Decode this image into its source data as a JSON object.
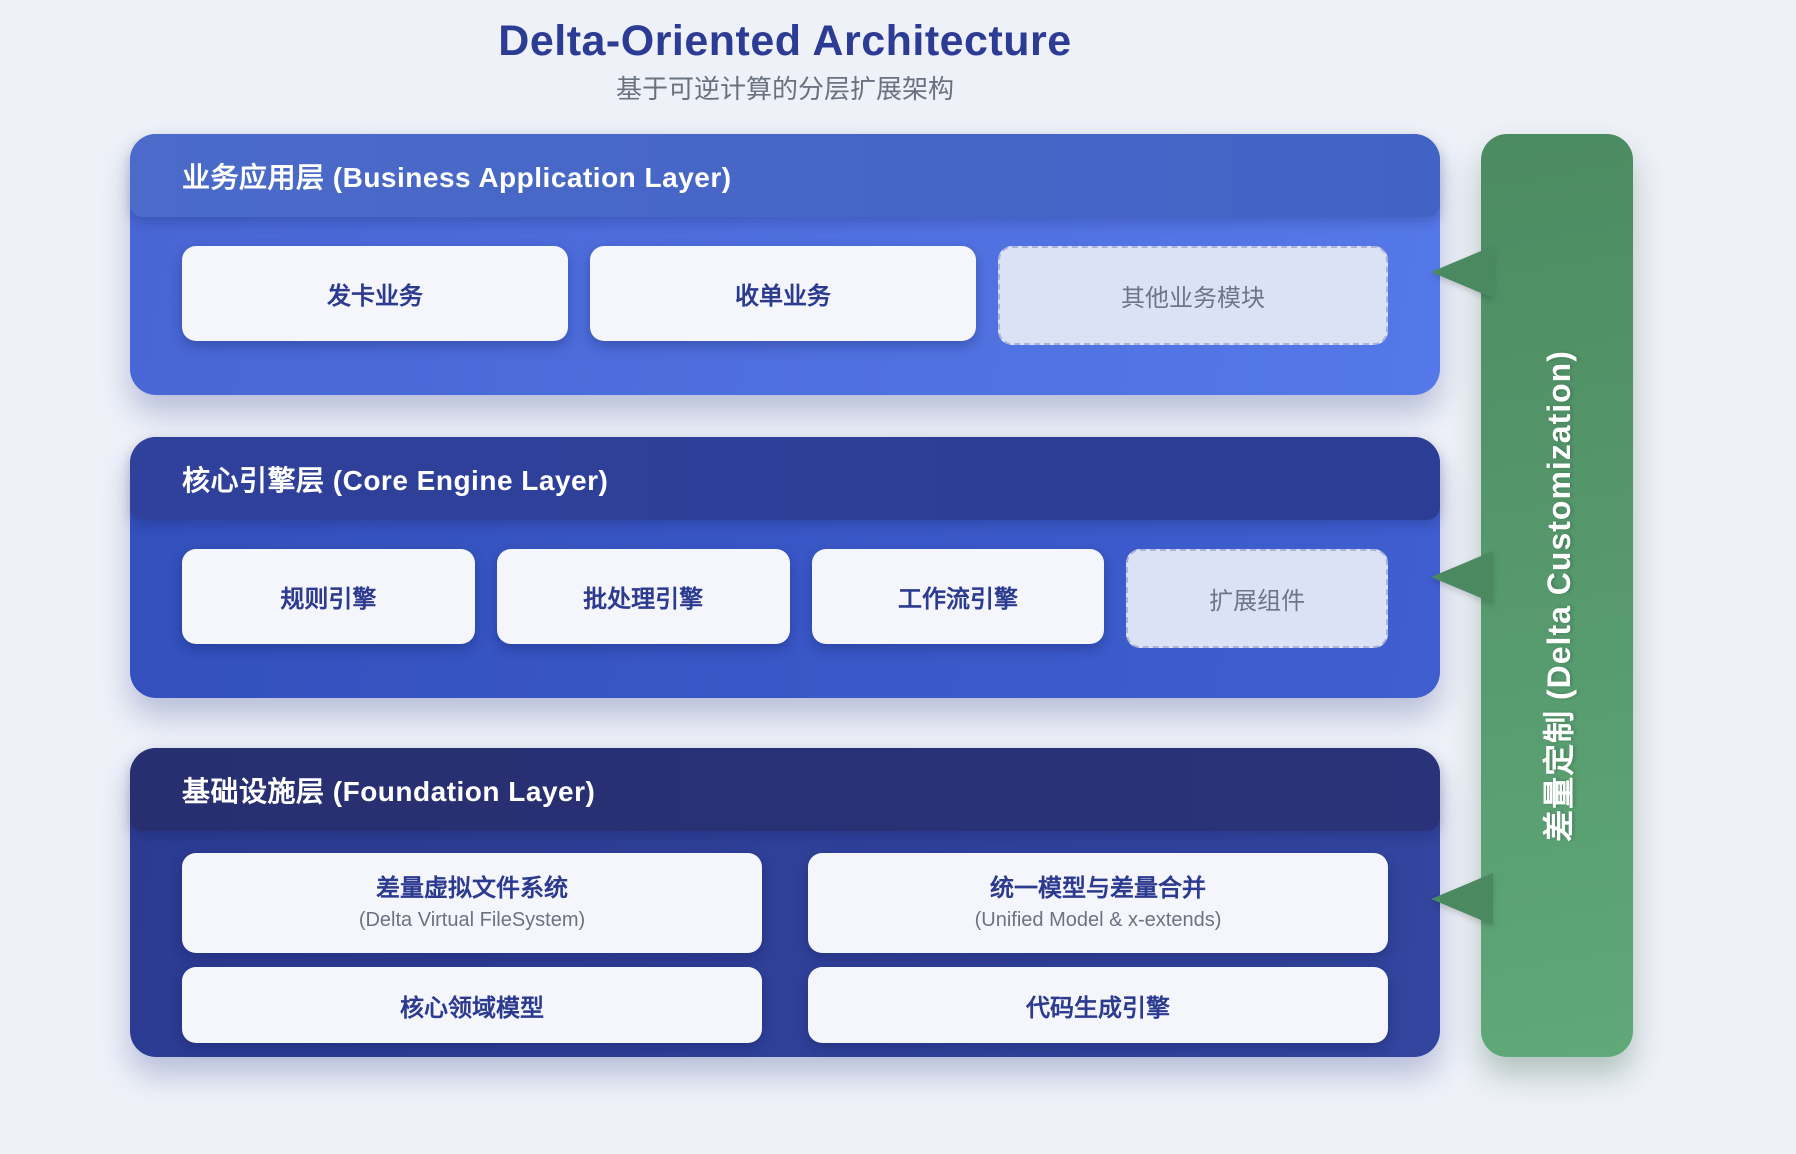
{
  "title": "Delta-Oriented Architecture",
  "subtitle": "基于可逆计算的分层扩展架构",
  "layers": [
    {
      "header": "业务应用层 (Business Application Layer)",
      "boxes": [
        {
          "label": "发卡业务",
          "dashed": false
        },
        {
          "label": "收单业务",
          "dashed": false
        },
        {
          "label": "其他业务模块",
          "dashed": true
        }
      ]
    },
    {
      "header": "核心引擎层 (Core Engine Layer)",
      "boxes": [
        {
          "label": "规则引擎",
          "dashed": false
        },
        {
          "label": "批处理引擎",
          "dashed": false
        },
        {
          "label": "工作流引擎",
          "dashed": false
        },
        {
          "label": "扩展组件",
          "dashed": true
        }
      ]
    },
    {
      "header": "基础设施层 (Foundation Layer)",
      "rows": [
        [
          {
            "label": "差量虚拟文件系统",
            "sublabel": "(Delta Virtual FileSystem)"
          },
          {
            "label": "统一模型与差量合并",
            "sublabel": "(Unified Model & x-extends)"
          }
        ],
        [
          {
            "label": "核心领域模型"
          },
          {
            "label": "代码生成引擎"
          }
        ]
      ]
    }
  ],
  "delta_bar": {
    "label": "差量定制 (Delta Customization)"
  },
  "colors": {
    "page_background": "#eef1f8",
    "title_text": "#2c3b93",
    "subtitle_text": "#6a7280",
    "layer1_body": "#4b70e2",
    "layer1_header": "#4767c8",
    "layer2_body": "#3955c6",
    "layer2_header": "#2d3f98",
    "layer3_body": "#2f4099",
    "layer3_header": "#293274",
    "box_background": "#f4f6fc",
    "box_text": "#2c3a8f",
    "dashed_box_background": "#dce2f6",
    "dashed_box_text": "#6d7689",
    "delta_bar_green": "#4f8f65",
    "arrow_green": "#4b8a61"
  }
}
